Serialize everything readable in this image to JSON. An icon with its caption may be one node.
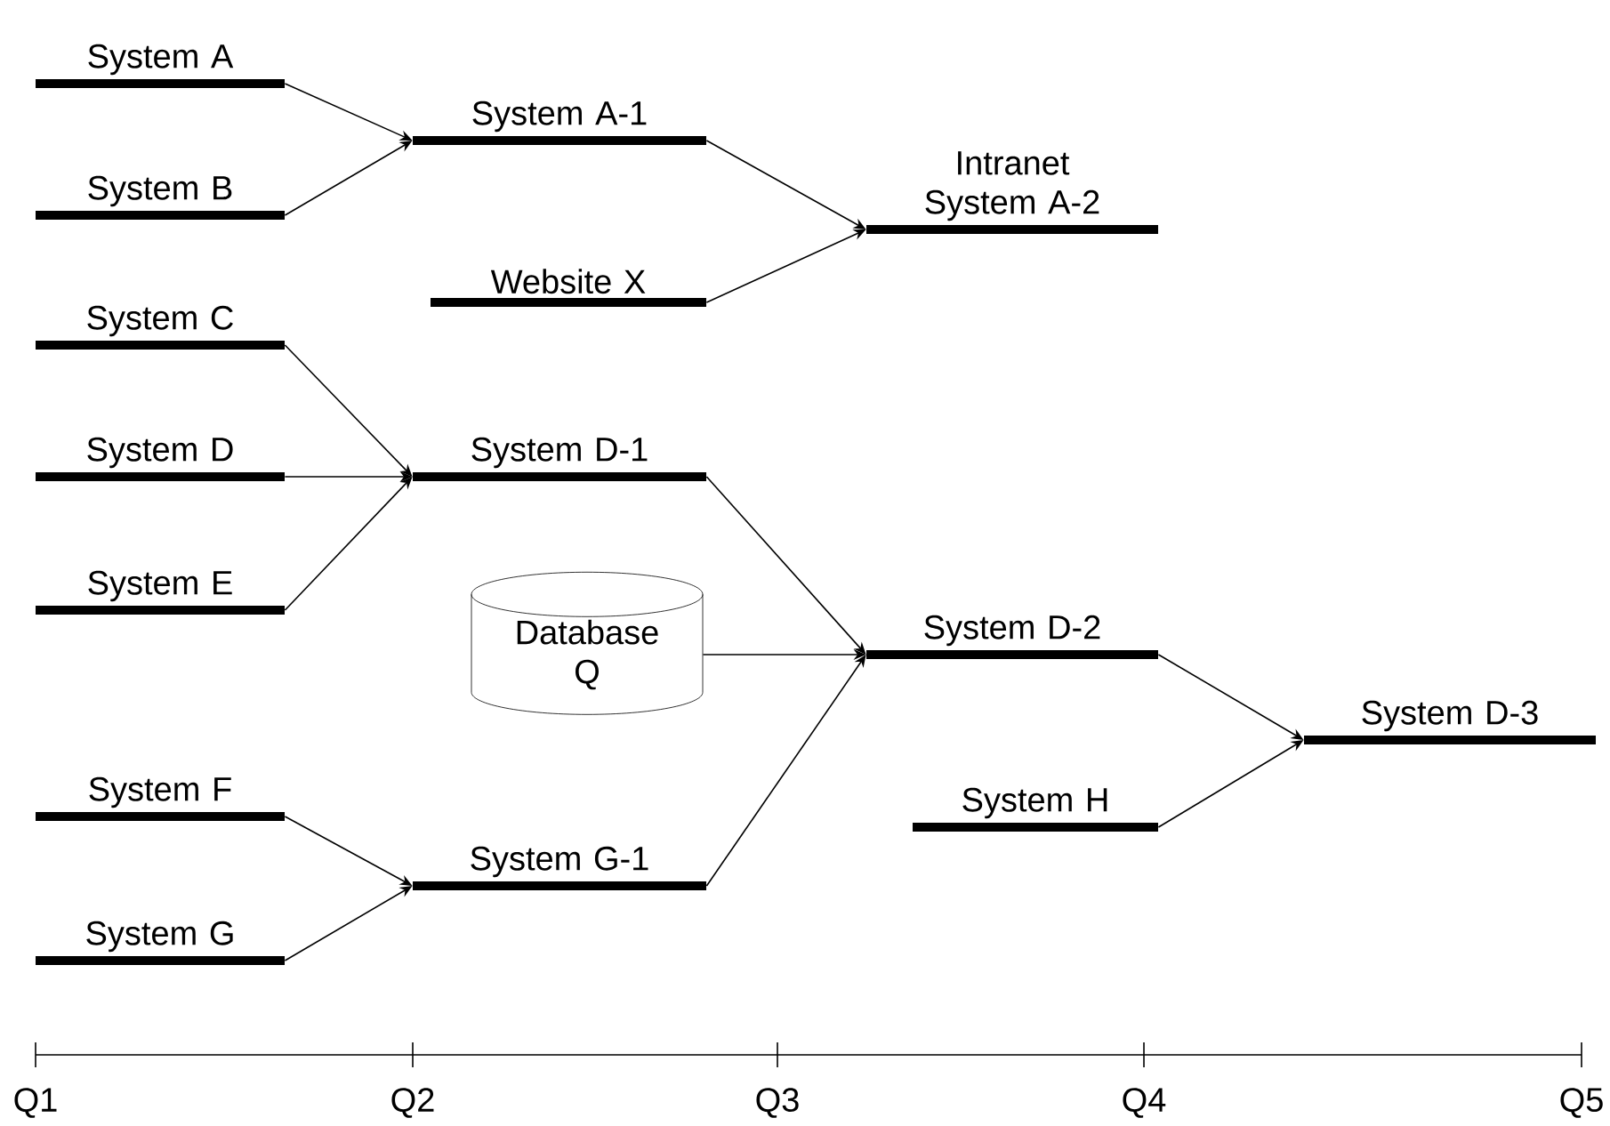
{
  "diagram": {
    "nodes": [
      {
        "text": [
          "System A"
        ]
      },
      {
        "text": [
          "System B"
        ]
      },
      {
        "text": [
          "System A-1"
        ]
      },
      {
        "text": [
          "Intranet System A-2"
        ]
      },
      {
        "text": [
          "Website X"
        ]
      },
      {
        "text": [
          "System C"
        ]
      },
      {
        "text": [
          "System D"
        ]
      },
      {
        "text": [
          "System D-1"
        ]
      },
      {
        "text": [
          "System E"
        ]
      },
      {
        "text": [
          "Database Q"
        ]
      },
      {
        "text": [
          "System D-2"
        ]
      },
      {
        "text": [
          "System F"
        ]
      },
      {
        "text": [
          "System D-3"
        ]
      },
      {
        "text": [
          "System H"
        ]
      },
      {
        "text": [
          "System G-1"
        ]
      },
      {
        "text": [
          "System G"
        ]
      }
    ],
    "edges": [
      {
        "from": 0,
        "to": 2,
        "arrow": "to"
      },
      {
        "from": 1,
        "to": 2,
        "arrow": "to"
      },
      {
        "from": 2,
        "to": 3,
        "arrow": "to"
      },
      {
        "from": 4,
        "to": 3,
        "arrow": "to"
      },
      {
        "from": 5,
        "to": 7,
        "arrow": "to"
      },
      {
        "from": 6,
        "to": 7,
        "arrow": "to"
      },
      {
        "from": 8,
        "to": 7,
        "arrow": "to"
      },
      {
        "from": 7,
        "to": 10,
        "arrow": "to"
      },
      {
        "from": 9,
        "to": 10,
        "arrow": "to"
      },
      {
        "from": 14,
        "to": 10,
        "arrow": "to"
      },
      {
        "from": 11,
        "to": 14,
        "arrow": "to"
      },
      {
        "from": 15,
        "to": 14,
        "arrow": "to"
      },
      {
        "from": 10,
        "to": 12,
        "arrow": "to"
      },
      {
        "from": 13,
        "to": 12,
        "arrow": "to"
      }
    ],
    "labels": [
      "Q1",
      "Q2",
      "Q3",
      "Q4",
      "Q5"
    ]
  }
}
